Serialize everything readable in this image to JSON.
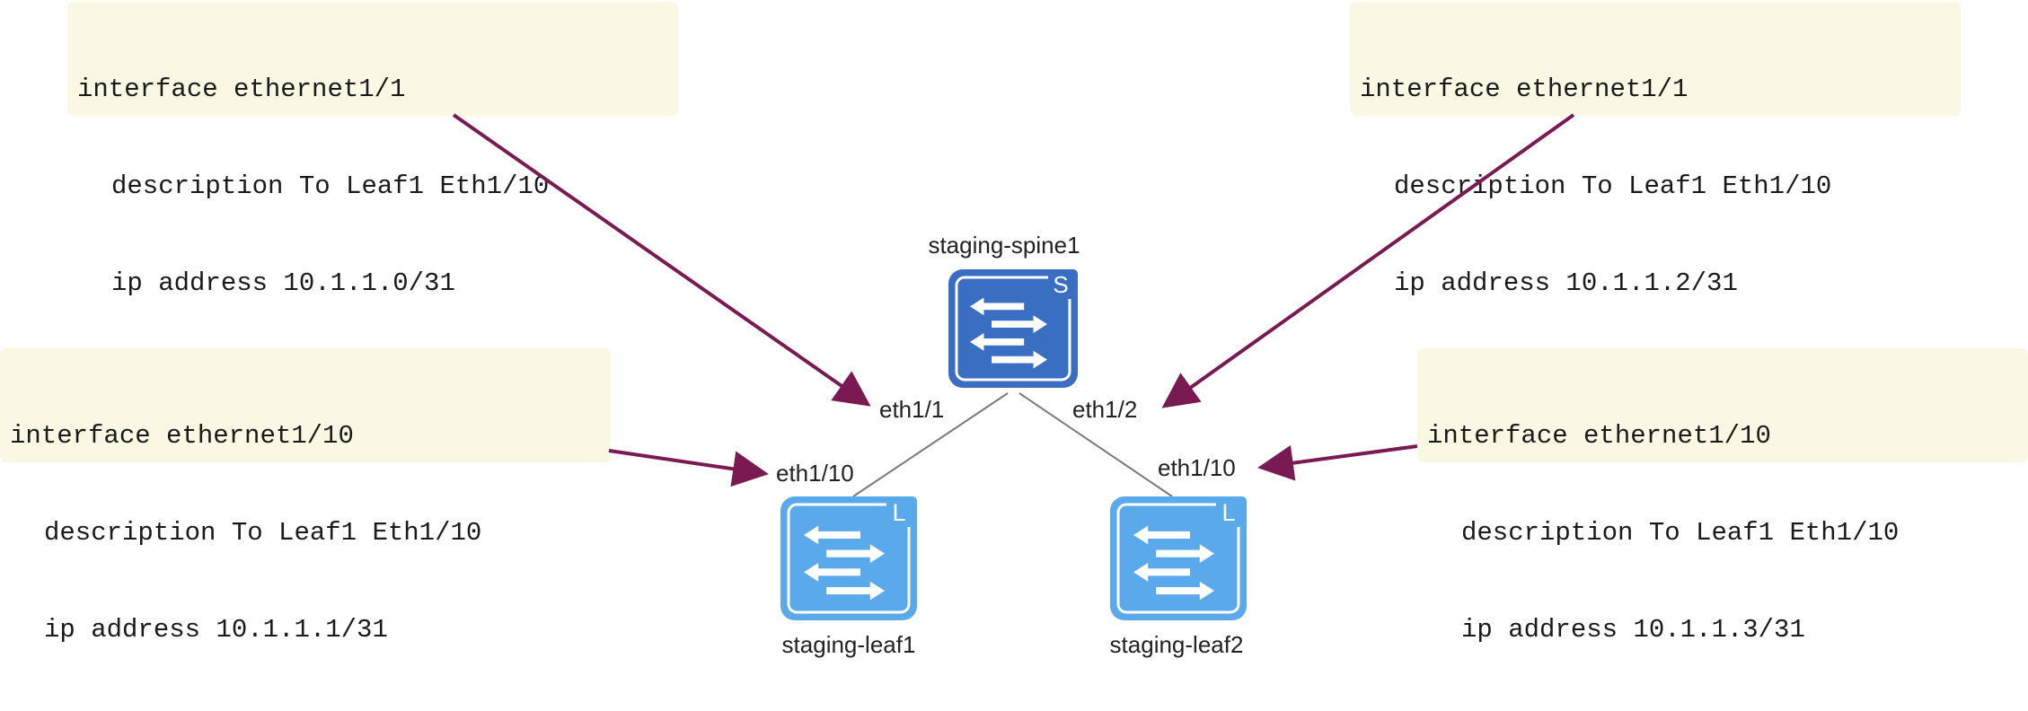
{
  "configs": {
    "top_left": {
      "line1": "interface ethernet1/1",
      "line2": "description To Leaf1 Eth1/10",
      "line3": "ip address 10.1.1.0/31"
    },
    "top_right": {
      "line1": "interface ethernet1/1",
      "line2": "description To Leaf1 Eth1/10",
      "line3": "ip address 10.1.1.2/31"
    },
    "middle_left": {
      "line1": "interface ethernet1/10",
      "line2": "description To Leaf1 Eth1/10",
      "line3": "ip address 10.1.1.1/31"
    },
    "middle_right": {
      "line1": "interface ethernet1/10",
      "line2": "description To Leaf1 Eth1/10",
      "line3": "ip address 10.1.1.3/31"
    }
  },
  "devices": {
    "spine": {
      "name": "staging-spine1",
      "badge": "S",
      "color": "#3a6ec2"
    },
    "leaf1": {
      "name": "staging-leaf1",
      "badge": "L",
      "color": "#5aa9ea"
    },
    "leaf2": {
      "name": "staging-leaf2",
      "badge": "L",
      "color": "#5aa9ea"
    }
  },
  "ports": {
    "spine_eth1_1": "eth1/1",
    "spine_eth1_2": "eth1/2",
    "leaf1_eth1_10": "eth1/10",
    "leaf2_eth1_10": "eth1/10"
  },
  "colors": {
    "arrow": "#7a1a52",
    "link": "#7a7a7a",
    "config_bg": "#faf7e2"
  },
  "icons": {
    "switch_arrows": "bidirectional-arrows-icon"
  }
}
